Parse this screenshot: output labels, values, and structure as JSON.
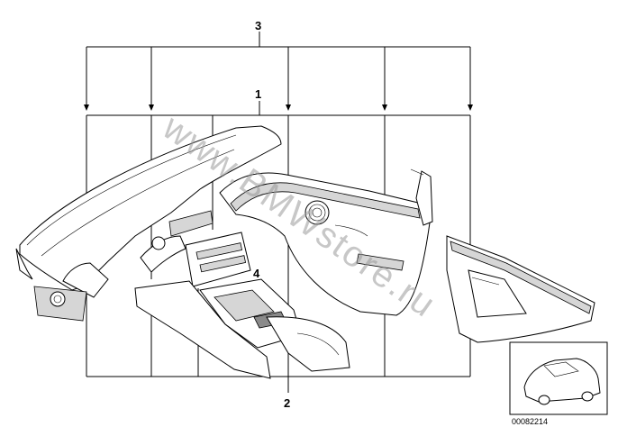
{
  "callouts": {
    "c1": "1",
    "c2": "2",
    "c3": "3",
    "c4": "4"
  },
  "watermark": "www.BMWstore.ru",
  "part_number": "00082214",
  "colors": {
    "line": "#000000",
    "shade": "#d6d6d6",
    "watermark": "#9a9a9a"
  }
}
